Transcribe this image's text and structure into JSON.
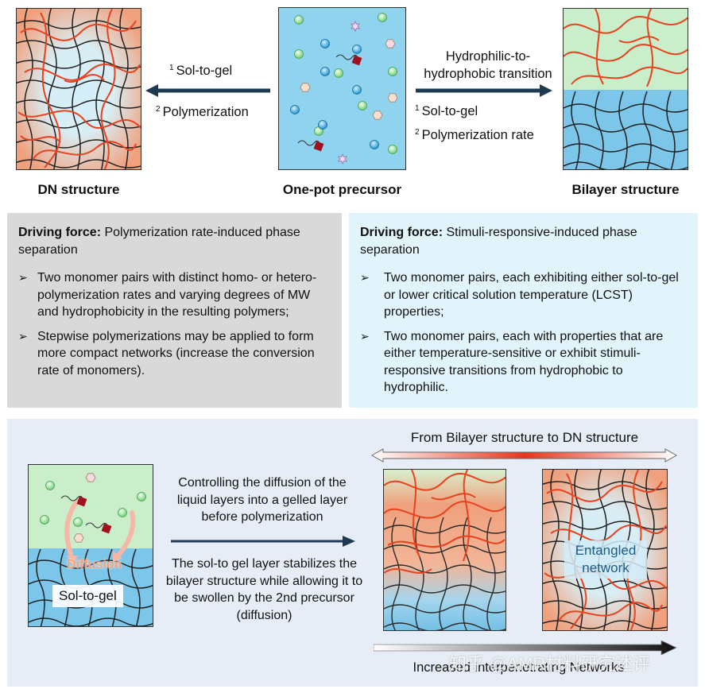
{
  "top": {
    "dn_caption": "DN structure",
    "precursor_caption": "One-pot precursor",
    "bilayer_caption": "Bilayer structure",
    "left_arrow": {
      "step1_num": "1",
      "step1": "Sol-to-gel",
      "step2_num": "2",
      "step2": "Polymerization"
    },
    "right_arrow": {
      "title_line1": "Hydrophilic-to-",
      "title_line2": "hydrophobic transition",
      "step1_num": "1",
      "step1": "Sol-to-gel",
      "step2_num": "2",
      "step2": "Polymerization rate"
    }
  },
  "left_box": {
    "head_bold": "Driving force:",
    "head_text": " Polymerization rate-induced phase separation",
    "items": [
      "Two monomer pairs with distinct homo- or hetero-polymerization rates and varying degrees of MW and hydrophobicity in the resulting polymers;",
      "Stepwise polymerizations may be applied to form more compact networks (increase the conversion rate of monomers)."
    ]
  },
  "right_box": {
    "head_bold": "Driving force:",
    "head_text": " Stimuli-responsive-induced phase separation",
    "items": [
      "Two monomer pairs, each exhibiting either sol-to-gel or lower critical solution temperature (LCST) properties;",
      "Two monomer pairs, each with properties that are either temperature-sensitive or exhibit stimuli-responsive transitions from hydrophobic to hydrophilic."
    ]
  },
  "bottom": {
    "diffusion_label": "Diffusion",
    "sol_to_gel_label": "Sol-to-gel",
    "text1": "Controlling the diffusion of the liquid layers into a gelled layer before polymerization",
    "text2": "The sol-to gel layer stabilizes the bilayer structure while allowing it to be swollen by the 2nd precursor (diffusion)",
    "range_title": "From Bilayer structure to DN structure",
    "entangled_line1": "Entangled",
    "entangled_line2": "network",
    "gradient_label": "Increased Interpenetrating Networks",
    "watermark": "知乎 @AMR材料研究述评"
  },
  "colors": {
    "orange": "#f0a583",
    "light_blue": "#cfeaf6",
    "green": "#c8eccc",
    "water_blue": "#7dc6e8",
    "red_chain": "#e8421e",
    "arrow_dark": "#1d3a52",
    "gray_box": "#d9d9d9",
    "blue_box": "#e1f3fb",
    "bottom_bg": "#e7edf7"
  },
  "icons": [
    "arrow-left-icon",
    "arrow-right-icon",
    "double-headed-gradient-arrow-icon",
    "gradient-arrow-icon",
    "bullet-arrow-icon",
    "monomer-sphere-icon",
    "hexagon-molecule-icon",
    "star-molecule-icon",
    "red-square-initiator-icon"
  ]
}
